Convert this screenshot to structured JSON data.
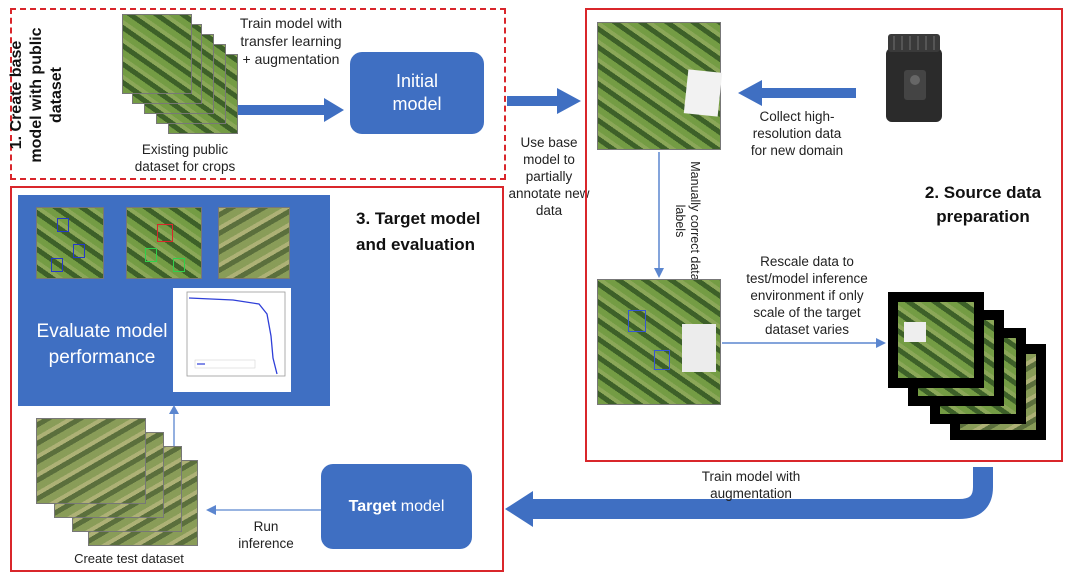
{
  "step1": {
    "title": "1. Create base model with public dataset",
    "dataset_label": "Existing public dataset for crops",
    "arrow_label": "Train model with transfer learning + augmentation",
    "model_label": "Initial model"
  },
  "step2": {
    "title": "2. Source data preparation",
    "collect_label": "Collect high-resolution data for new domain",
    "annotate_label": "Use base model to partially annotate new data",
    "correct_label": "Manually correct data labels",
    "rescale_label": "Rescale data to test/model inference environment if only scale of the target dataset varies"
  },
  "step3": {
    "title": "3. Target model and evaluation",
    "train_label": "Train model with  augmentation",
    "target_model_bold": "Target",
    "target_model_rest": " model",
    "inference_label": "Run inference",
    "test_dataset_label": "Create test dataset",
    "evaluate_label": "Evaluate model performance"
  },
  "colors": {
    "accent_blue": "#3f6fc2",
    "frame_red": "#d9262b",
    "panel_blue": "#3f6fc2"
  },
  "icons": {
    "device": "camera-device-icon"
  }
}
